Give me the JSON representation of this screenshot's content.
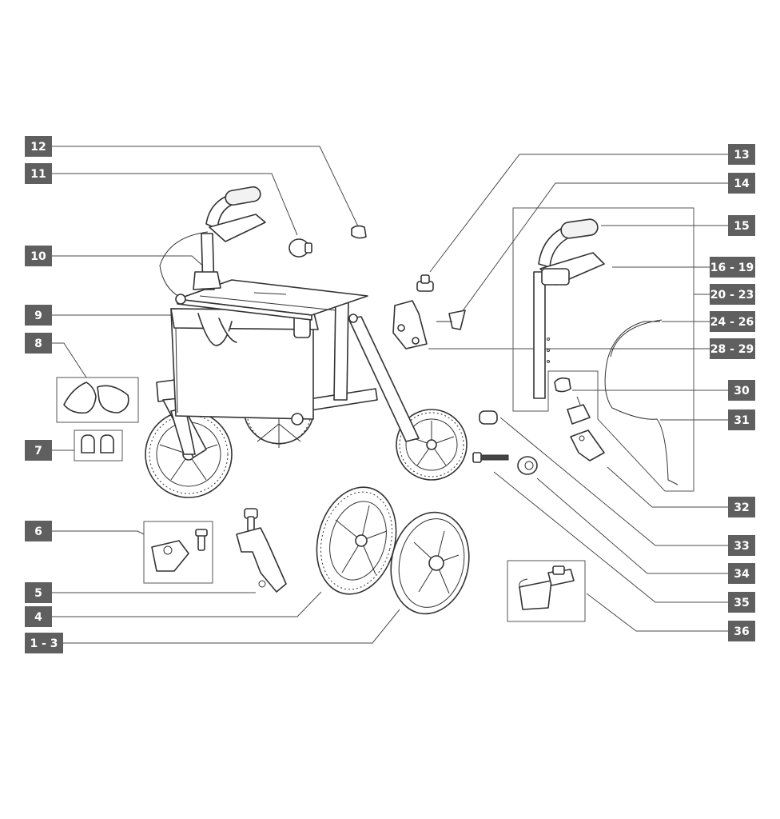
{
  "callouts": {
    "c12": "12",
    "c11": "11",
    "c10": "10",
    "c9": "9",
    "c8": "8",
    "c7": "7",
    "c6": "6",
    "c5": "5",
    "c4": "4",
    "c1_3": "1 - 3",
    "c13": "13",
    "c14": "14",
    "c15": "15",
    "c16_19": "16 - 19",
    "c20_23": "20 - 23",
    "c24_26": "24 - 26",
    "c28_29": "28 - 29",
    "c30": "30",
    "c31": "31",
    "c32": "32",
    "c33": "33",
    "c34": "34",
    "c35": "35",
    "c36": "36"
  },
  "colors": {
    "label_fill": "#5f5f5f",
    "label_text": "#ffffff",
    "line": "#333333",
    "background": "#ffffff"
  }
}
